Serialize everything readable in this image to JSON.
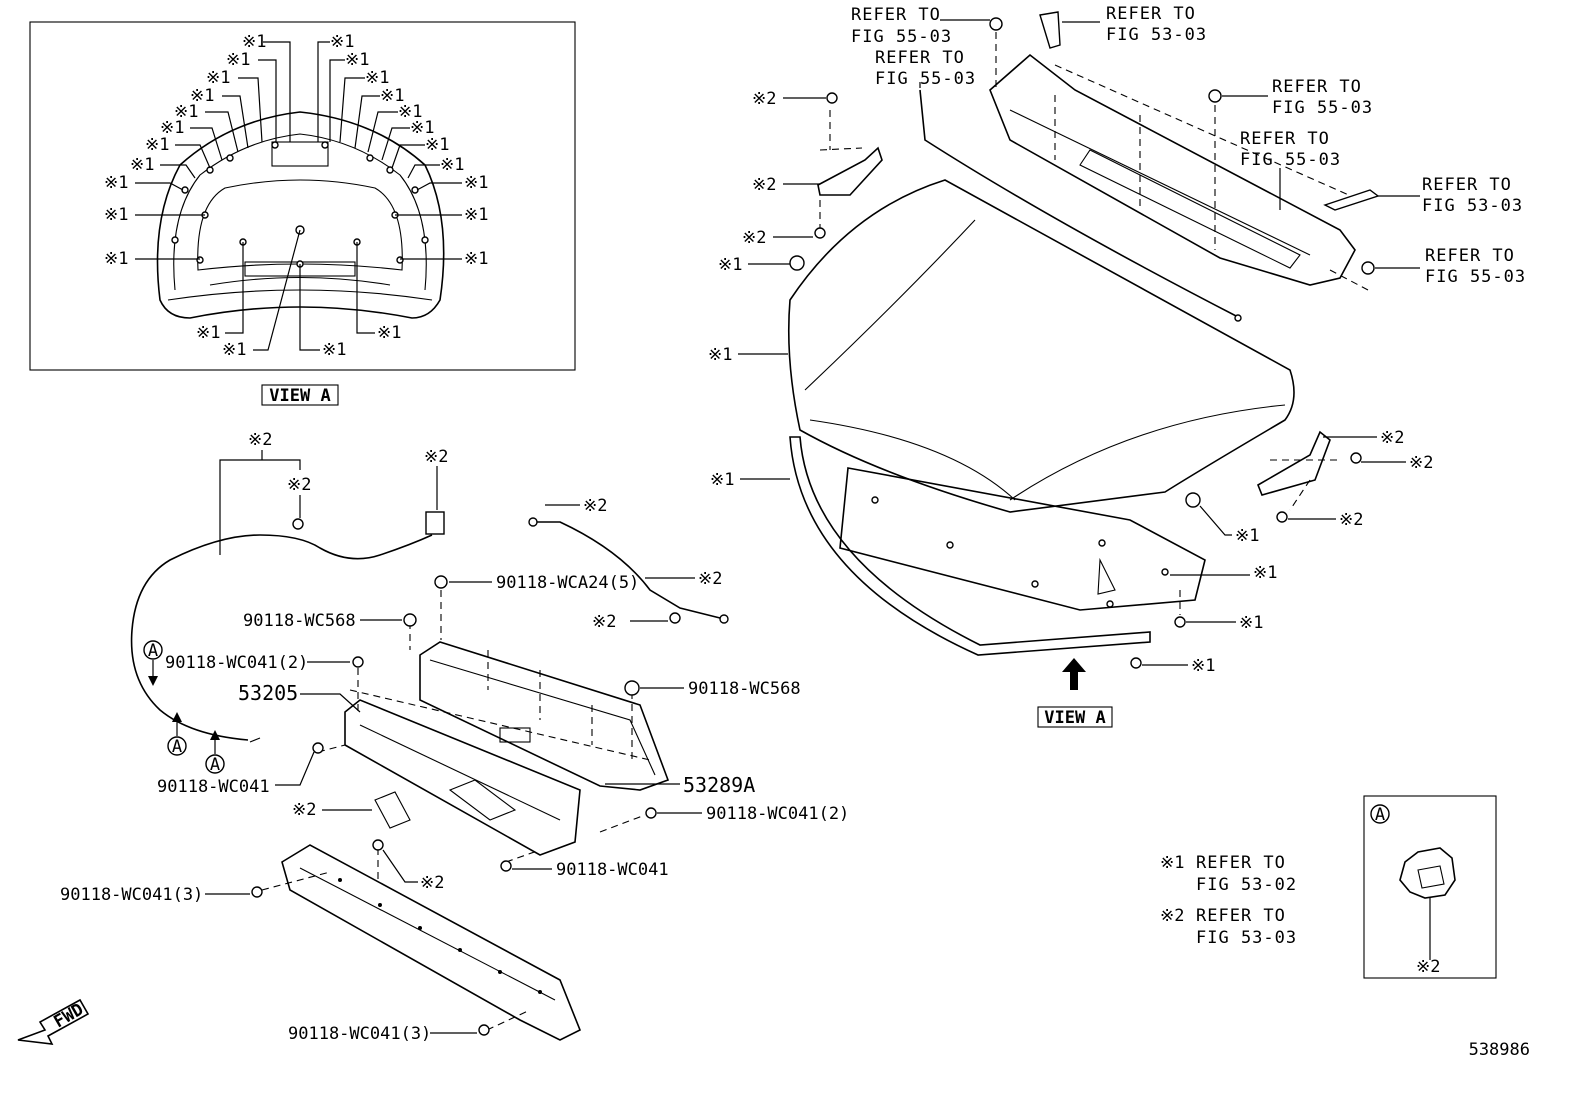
{
  "diagram_id": "538986",
  "view_label": "VIEW A",
  "mark1": "※1",
  "mark2": "※2",
  "circle_letter": "A",
  "fwd_label": "FWD",
  "refer_to": "REFER TO",
  "fig_55_03": "FIG 55-03",
  "fig_53_03": "FIG 53-03",
  "fig_53_02": "FIG 53-02",
  "parts": {
    "wca24": "90118-WCA24(5)",
    "wc568": "90118-WC568",
    "wc041_2": "90118-WC041(2)",
    "wc041": "90118-WC041",
    "wc041_3": "90118-WC041(3)",
    "p53205": "53205",
    "p53289a": "53289A"
  },
  "legend": [
    {
      "mark": "※1",
      "line1": "REFER TO",
      "line2": "FIG 53-02"
    },
    {
      "mark": "※2",
      "line1": "REFER TO",
      "line2": "FIG 53-03"
    }
  ]
}
